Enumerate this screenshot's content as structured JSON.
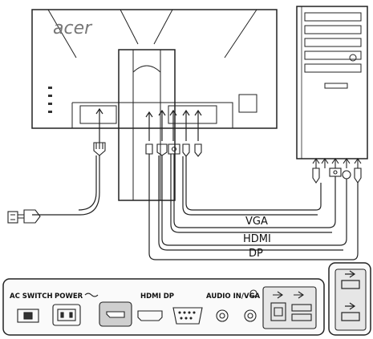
{
  "monitor": {
    "logo": "acer"
  },
  "cables": {
    "vga_label": "VGA",
    "hdmi_label": "HDMI",
    "dp_label": "DP"
  },
  "panel": {
    "ac_switch_label": "AC SWITCH",
    "power_label": "POWER",
    "hdmi_dp_label": "HDMI DP",
    "audio_label": "AUDIO IN/VGA IN"
  },
  "colors": {
    "stroke": "#222222",
    "panel_fill": "#fafafa",
    "port_fill": "#cfcfcf"
  },
  "icons": [
    "monitor-back",
    "pc-tower",
    "power-plug",
    "ac-switch",
    "power-socket",
    "hdmi-port",
    "dp-port",
    "vga-port",
    "audio-jack",
    "usb-port",
    "ethernet-port"
  ]
}
